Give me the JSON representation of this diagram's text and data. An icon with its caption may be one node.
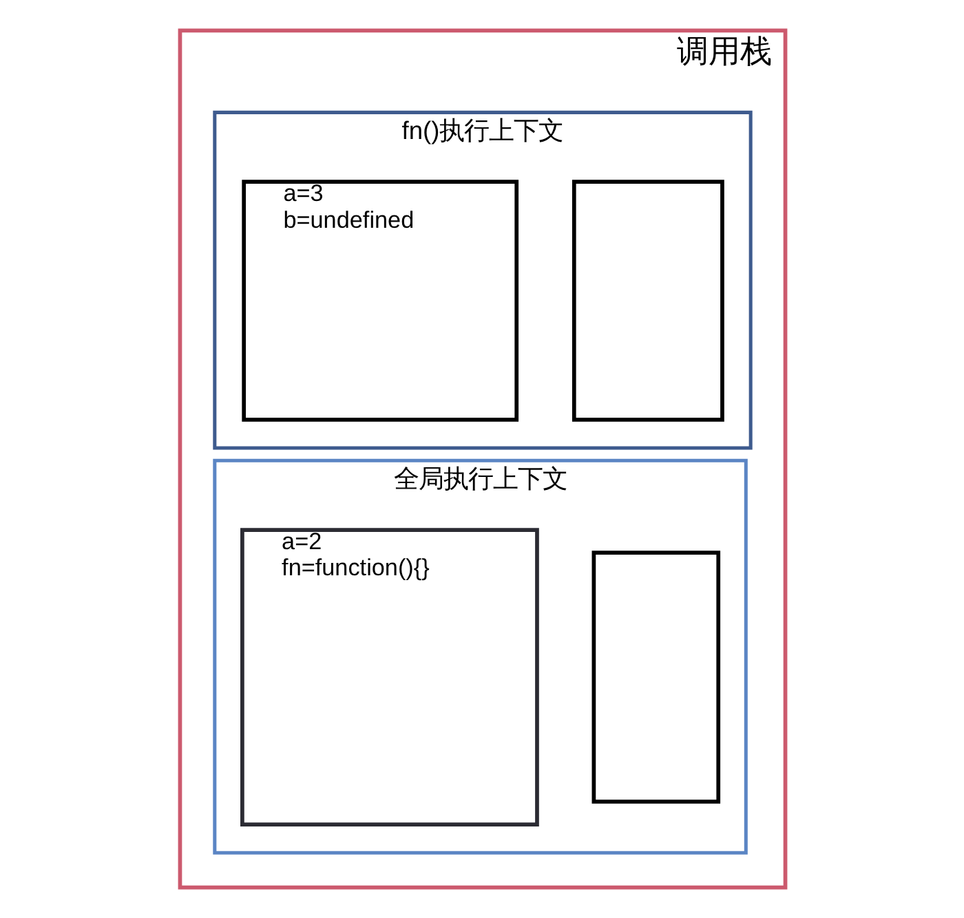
{
  "diagram": {
    "nodes": [
      {
        "text": [
          "调用栈"
        ]
      },
      {
        "text": [
          "fn()执行上下文"
        ],
        "in": 0
      },
      {
        "text": [
          "a=3",
          "b=undefined"
        ],
        "in": 1
      },
      {
        "text": [],
        "shape": "box",
        "in": 1
      },
      {
        "text": [
          "全局执行上下文"
        ],
        "in": 0
      },
      {
        "text": [
          "a=2",
          "fn=function(){}"
        ],
        "in": 4
      },
      {
        "text": [],
        "shape": "box",
        "in": 4
      }
    ],
    "edges": []
  }
}
